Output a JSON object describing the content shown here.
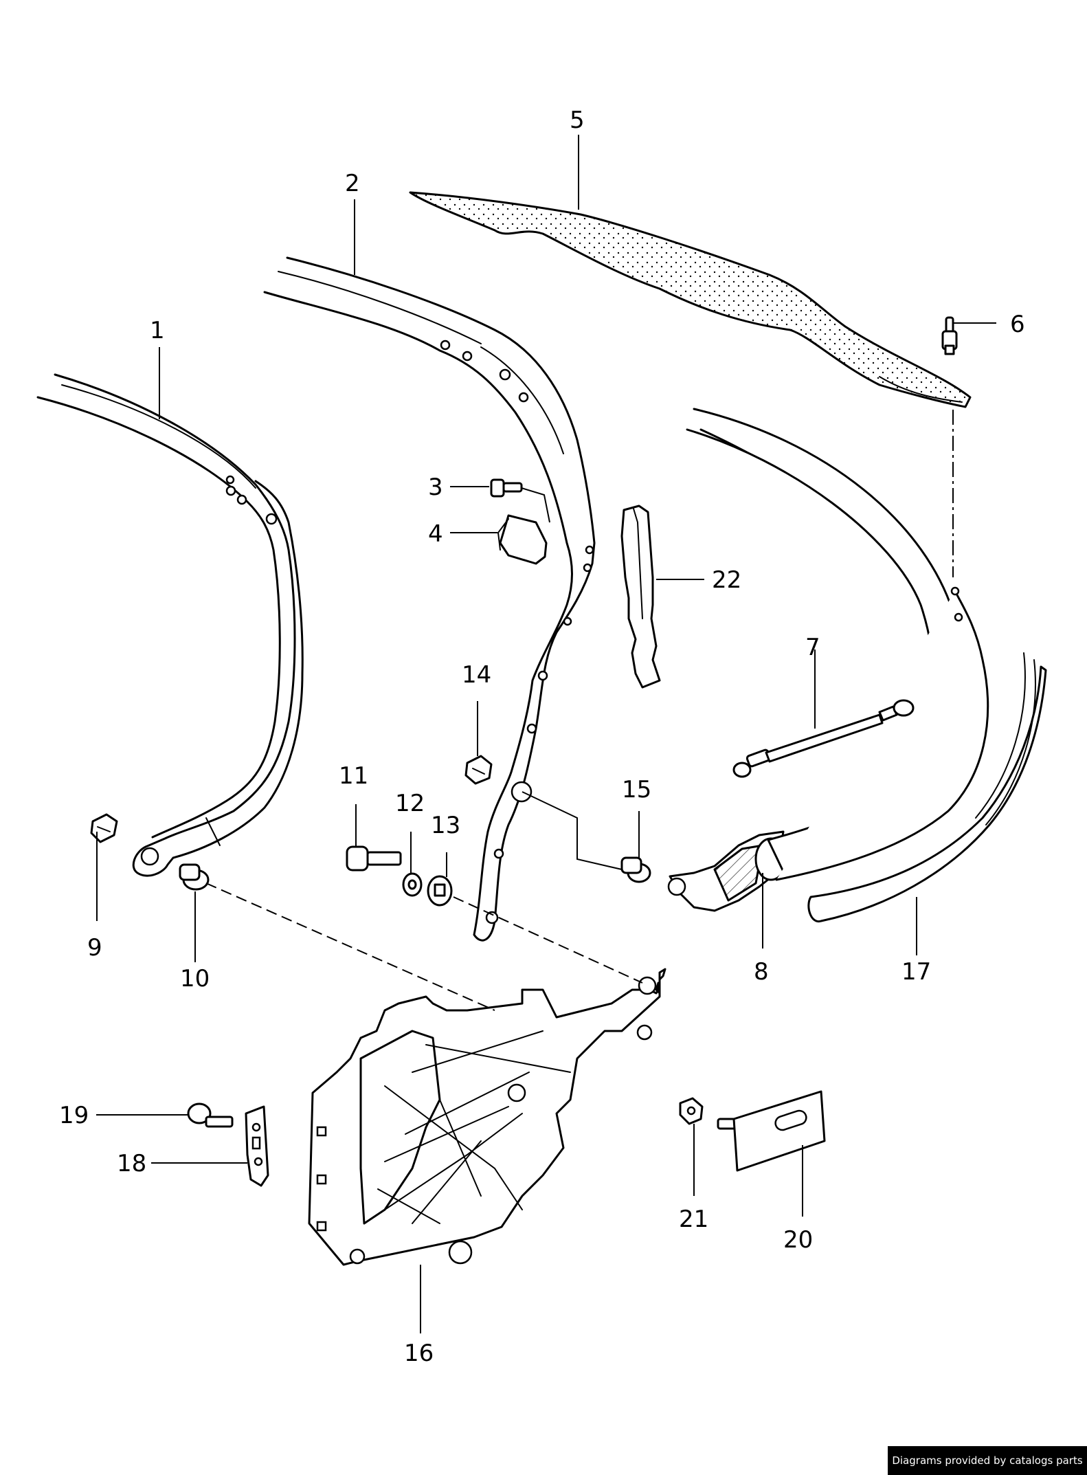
{
  "callouts": [
    {
      "id": "1",
      "label": "1"
    },
    {
      "id": "2",
      "label": "2"
    },
    {
      "id": "3",
      "label": "3"
    },
    {
      "id": "4",
      "label": "4"
    },
    {
      "id": "5",
      "label": "5"
    },
    {
      "id": "6",
      "label": "6"
    },
    {
      "id": "7",
      "label": "7"
    },
    {
      "id": "8",
      "label": "8"
    },
    {
      "id": "9",
      "label": "9"
    },
    {
      "id": "10",
      "label": "10"
    },
    {
      "id": "11",
      "label": "11"
    },
    {
      "id": "12",
      "label": "12"
    },
    {
      "id": "13",
      "label": "13"
    },
    {
      "id": "14",
      "label": "14"
    },
    {
      "id": "15",
      "label": "15"
    },
    {
      "id": "16",
      "label": "16"
    },
    {
      "id": "17",
      "label": "17"
    },
    {
      "id": "18",
      "label": "18"
    },
    {
      "id": "19",
      "label": "19"
    },
    {
      "id": "20",
      "label": "20"
    },
    {
      "id": "21",
      "label": "21"
    },
    {
      "id": "22",
      "label": "22"
    }
  ],
  "credit": "Diagrams provided by catalogs parts",
  "colors": {
    "line": "#000000",
    "background": "#ffffff",
    "credit_bg": "#000000",
    "credit_text": "#ffffff"
  }
}
